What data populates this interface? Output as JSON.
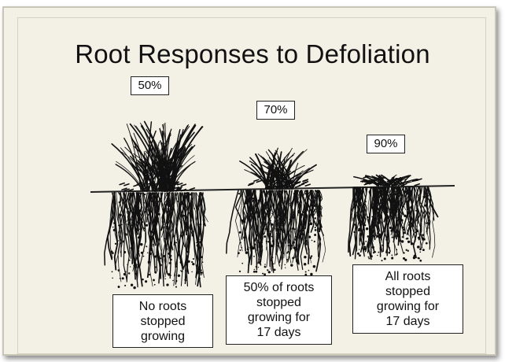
{
  "title": "Root Responses to Defoliation",
  "plants": [
    {
      "defoliation": "50%",
      "label": "No roots stopped growing",
      "label_lines": [
        "No roots",
        "stopped",
        "growing"
      ]
    },
    {
      "defoliation": "70%",
      "label": "50% of roots stopped growing for 17 days",
      "label_lines": [
        "50% of roots",
        "stopped",
        "growing for",
        "17 days"
      ]
    },
    {
      "defoliation": "90%",
      "label": "All roots stopped growing for 17 days",
      "label_lines": [
        "All roots",
        "stopped",
        "growing for",
        "17 days"
      ]
    }
  ],
  "colors": {
    "background": "#f3f1e6",
    "ink": "#111111"
  }
}
